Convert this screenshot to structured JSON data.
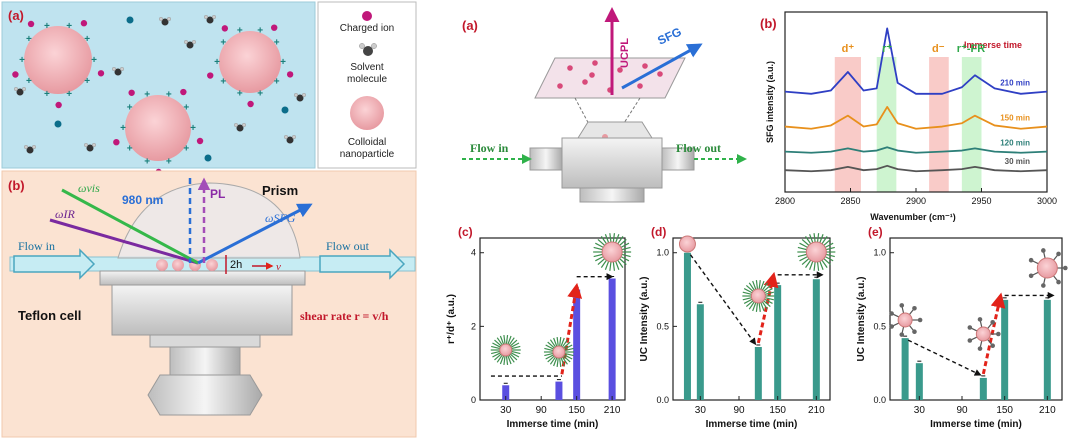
{
  "left": {
    "panel_a_label": "(a)",
    "panel_b_label": "(b)",
    "legend": {
      "charged_ion": "Charged ion",
      "solvent_molecule": "Solvent molecule",
      "colloidal_nanoparticle": "Colloidal nanoparticle"
    },
    "setup": {
      "prism": "Prism",
      "laser_980": "980 nm",
      "pl": "PL",
      "omega_vis": "ωvis",
      "omega_ir": "ωIR",
      "omega_sfg": "ωSFG",
      "flow_in": "Flow in",
      "flow_out": "Flow out",
      "gap": "2h",
      "velocity": "v",
      "teflon_cell": "Teflon cell",
      "shear_rate": "shear rate r = v/h"
    }
  },
  "right": {
    "panel_a": {
      "label": "(a)",
      "ucpl": "UCPL",
      "sfg": "SFG",
      "flow_in": "Flow in",
      "flow_out": "Flow out"
    },
    "colors": {
      "blue": "#2f3fc4",
      "orange": "#e8901c",
      "teal": "#2d7f78",
      "gray": "#555555",
      "bar_blue": "#5a4fe0",
      "bar_teal": "#3a9a8c"
    }
  },
  "chart_data": [
    {
      "type": "line",
      "panel_label": "(b)",
      "xlabel": "Wavenumber (cm⁻¹)",
      "ylabel": "SFG intensity (a.u.)",
      "xlim": [
        2800,
        3000
      ],
      "x_ticks": [
        "2800",
        "2850",
        "2900",
        "2950",
        "3000"
      ],
      "legend_title": "Immerse time",
      "highlight_labels": [
        "d⁺",
        "r⁺",
        "d⁻",
        "r⁺-FR"
      ],
      "series": [
        {
          "name": "210 min",
          "x": [
            2800,
            2820,
            2835,
            2848,
            2860,
            2870,
            2878,
            2886,
            2900,
            2920,
            2935,
            2945,
            2960,
            2980,
            3000
          ],
          "values": [
            0.92,
            0.9,
            0.93,
            1.1,
            0.93,
            0.95,
            1.5,
            1.0,
            0.9,
            0.9,
            0.96,
            1.07,
            0.95,
            0.9,
            0.92
          ]
        },
        {
          "name": "150 min",
          "x": [
            2800,
            2820,
            2835,
            2848,
            2860,
            2870,
            2878,
            2886,
            2900,
            2920,
            2935,
            2945,
            2960,
            2980,
            3000
          ],
          "values": [
            0.6,
            0.58,
            0.61,
            0.7,
            0.6,
            0.62,
            0.78,
            0.63,
            0.58,
            0.6,
            0.63,
            0.7,
            0.61,
            0.58,
            0.6
          ]
        },
        {
          "name": "120 min",
          "x": [
            2800,
            2820,
            2835,
            2848,
            2860,
            2870,
            2878,
            2886,
            2900,
            2920,
            2935,
            2945,
            2960,
            2980,
            3000
          ],
          "values": [
            0.37,
            0.36,
            0.37,
            0.4,
            0.37,
            0.38,
            0.41,
            0.38,
            0.36,
            0.37,
            0.38,
            0.4,
            0.37,
            0.36,
            0.37
          ]
        },
        {
          "name": "30 min",
          "x": [
            2800,
            2820,
            2835,
            2848,
            2860,
            2870,
            2878,
            2886,
            2900,
            2920,
            2935,
            2945,
            2960,
            2980,
            3000
          ],
          "values": [
            0.2,
            0.19,
            0.2,
            0.23,
            0.2,
            0.21,
            0.24,
            0.21,
            0.19,
            0.2,
            0.21,
            0.23,
            0.2,
            0.19,
            0.2
          ]
        }
      ]
    },
    {
      "type": "bar",
      "panel_label": "(c)",
      "xlabel": "Immerse time (min)",
      "ylabel": "r⁺/d⁺ (a.u.)",
      "categories": [
        "30",
        "120",
        "150",
        "210"
      ],
      "x_ticks": [
        "30",
        "90",
        "150",
        "210"
      ],
      "values": [
        0.4,
        0.5,
        3.0,
        3.3
      ],
      "y_ticks": [
        "0",
        "2",
        "4"
      ],
      "ylim": [
        0,
        4.4
      ]
    },
    {
      "type": "bar",
      "panel_label": "(d)",
      "xlabel": "Immerse time (min)",
      "ylabel": "UC Intensity (a.u.)",
      "categories": [
        "10",
        "30",
        "120",
        "150",
        "210"
      ],
      "x_ticks": [
        "30",
        "90",
        "150",
        "210"
      ],
      "values": [
        1.0,
        0.65,
        0.36,
        0.78,
        0.82
      ],
      "y_ticks": [
        "0.0",
        "0.5",
        "1.0"
      ],
      "ylim": [
        0,
        1.1
      ]
    },
    {
      "type": "bar",
      "panel_label": "(e)",
      "xlabel": "Immerse time (min)",
      "ylabel": "UC Intensity (a.u.)",
      "categories": [
        "10",
        "30",
        "120",
        "150",
        "210"
      ],
      "x_ticks": [
        "30",
        "90",
        "150",
        "210"
      ],
      "values": [
        0.42,
        0.25,
        0.15,
        0.68,
        0.68
      ],
      "y_ticks": [
        "0.0",
        "0.5",
        "1.0"
      ],
      "ylim": [
        0,
        1.1
      ]
    }
  ]
}
